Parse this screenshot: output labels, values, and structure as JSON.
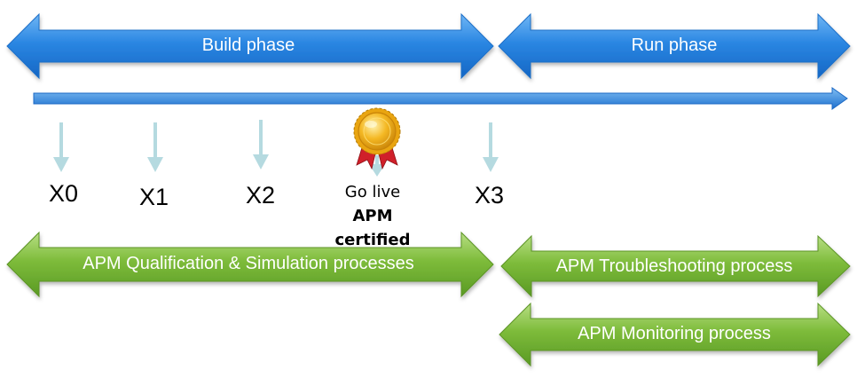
{
  "phases": {
    "build": "Build phase",
    "run": "Run phase"
  },
  "milestones": [
    "X0",
    "X1",
    "X2",
    "X3"
  ],
  "golive": {
    "line1": "Go live",
    "line2": "APM",
    "line3": "certified"
  },
  "processes": {
    "qualification": "APM Qualification & Simulation processes",
    "troubleshooting": "APM Troubleshooting process",
    "monitoring": "APM Monitoring process"
  },
  "icons": {
    "medal": "award-medal-icon"
  },
  "colors": {
    "phase_blue": "#2E86E0",
    "timeline_blue": "#2F84DE",
    "process_green": "#7DBB3A",
    "milestone_arrow": "#B5DAE0",
    "medal_gold": "#F2B01E",
    "medal_ribbon": "#D0202A"
  }
}
